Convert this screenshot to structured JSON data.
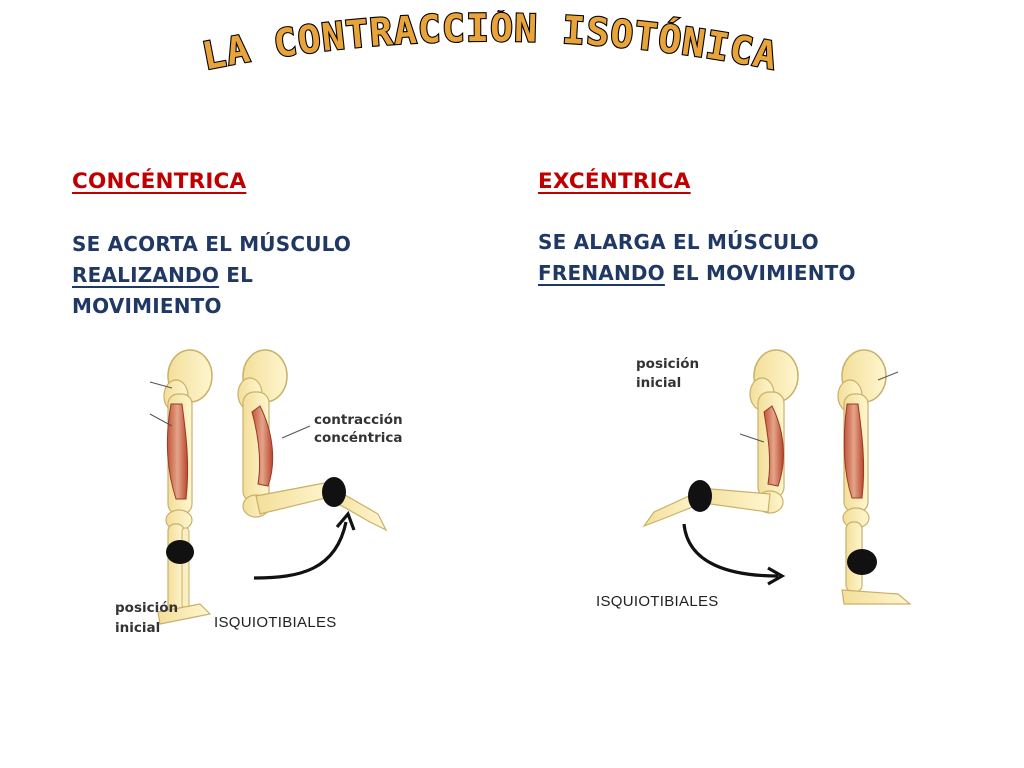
{
  "title": "LA CONTRACCIÓN ISOTÓNICA",
  "colors": {
    "title": "#e8a33a",
    "title_stroke": "#000000",
    "heading": "#c00000",
    "body": "#1f3864"
  },
  "left": {
    "heading": "CONCÉNTRICA",
    "line1": "SE ACORTA EL MÚSCULO",
    "line2_underlined": "REALIZANDO",
    "line2_rest": " EL",
    "line3": "MOVIMIENTO",
    "figure": {
      "label_contraction_1": "contracción",
      "label_contraction_2": "concéntrica",
      "label_position_1": "posición",
      "label_position_2": "inicial",
      "label_muscle": "ISQUIOTIBIALES"
    }
  },
  "right": {
    "heading": "EXCÉNTRICA",
    "line1": "SE ALARGA EL MÚSCULO",
    "line2_underlined": "FRENANDO",
    "line2_rest": " EL MOVIMIENTO",
    "figure": {
      "label_position_1": "posición",
      "label_position_2": "inicial",
      "label_muscle": "ISQUIOTIBIALES"
    }
  }
}
